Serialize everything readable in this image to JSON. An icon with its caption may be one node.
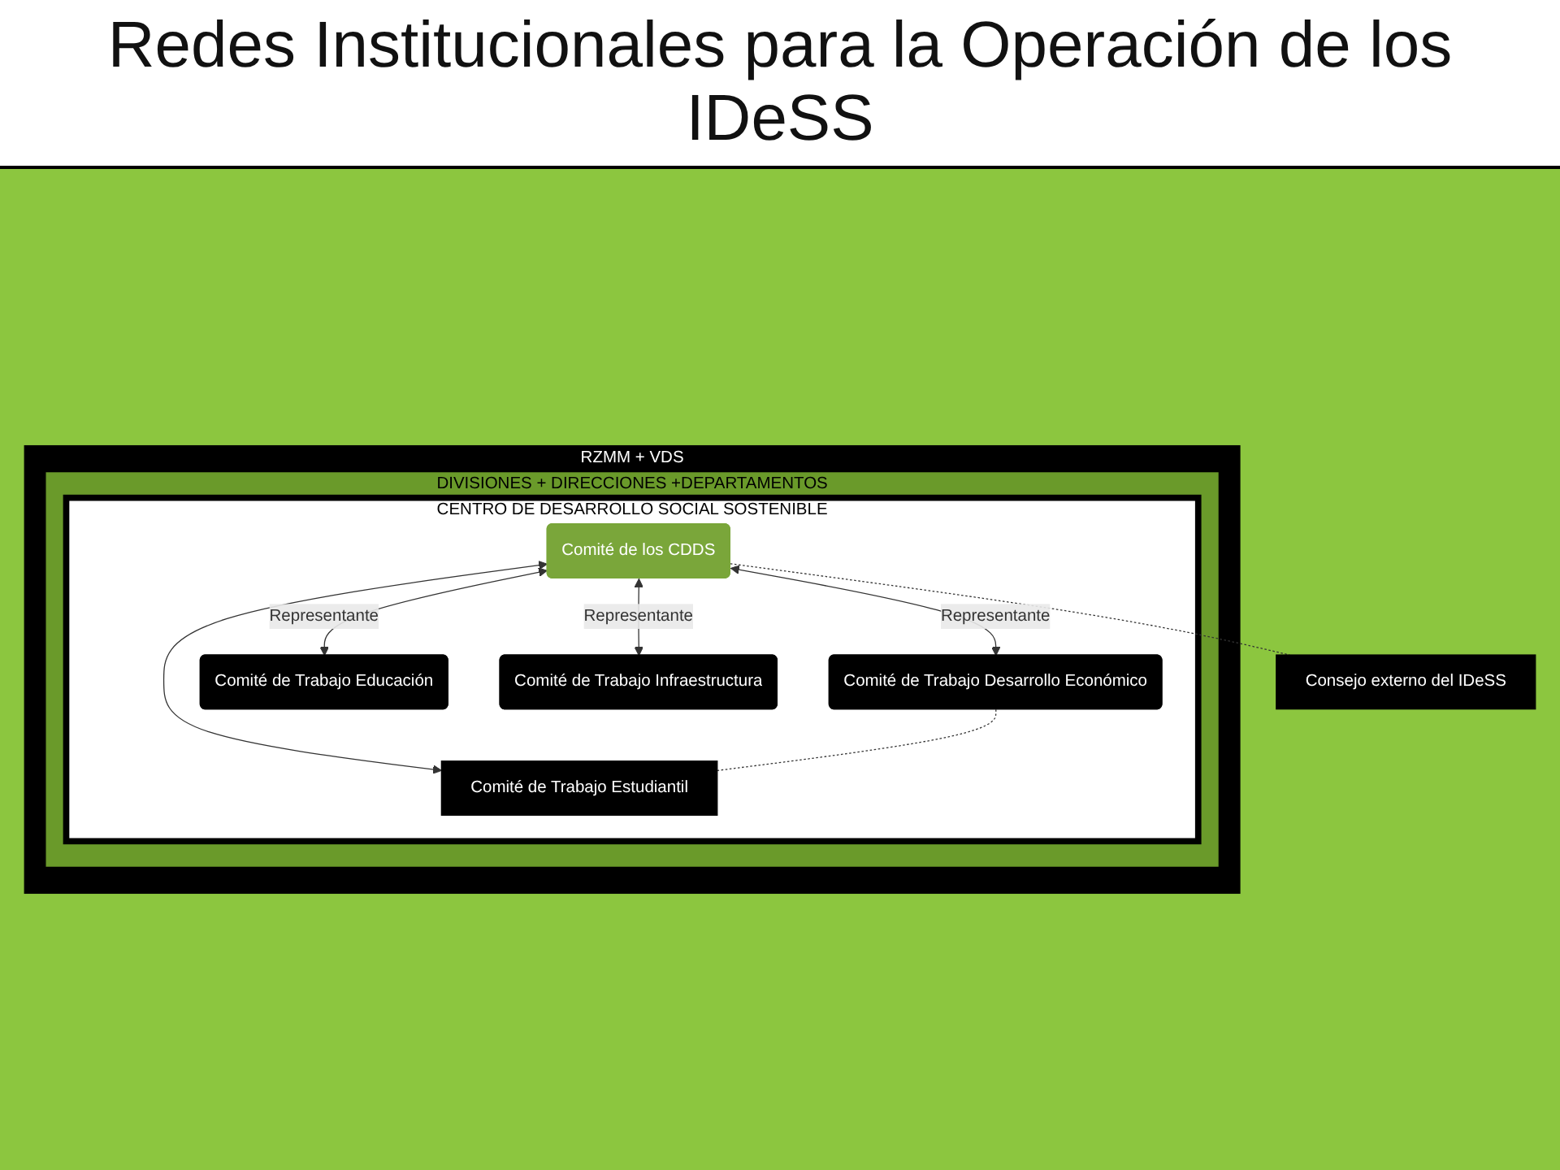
{
  "diagram": {
    "title": "Redes Institucionales para la Operación de los IDeSS",
    "nodes": [
      {
        "text": [
          "RZMM + VDS"
        ]
      },
      {
        "text": [
          "DIVISIONES + DIRECCIONES +DEPARTAMENTOS"
        ],
        "in": 0
      },
      {
        "text": [
          "CENTRO DE DESARROLLO SOCIAL SOSTENIBLE"
        ],
        "in": 1
      },
      {
        "text": [
          "Comité de Trabajo Desarrollo Económico"
        ],
        "in": 2
      },
      {
        "text": [
          "Comité de Trabajo Educación"
        ],
        "in": 2
      },
      {
        "text": [
          "Comité de Trabajo Infraestructura"
        ],
        "in": 2
      },
      {
        "text": [
          "Comité de los CDDS"
        ],
        "in": 2
      },
      {
        "text": [
          "Comité de Trabajo Estudiantil"
        ],
        "in": 2
      },
      {
        "text": [
          "Consejo externo del IDeSS"
        ]
      }
    ],
    "edges": [
      {
        "from": 6,
        "to": 3,
        "arrow": "both",
        "label": "Representante"
      },
      {
        "from": 6,
        "to": 4,
        "arrow": "both",
        "label": "Representante"
      },
      {
        "from": 6,
        "to": 5,
        "arrow": "both",
        "label": "Representante"
      },
      {
        "from": 6,
        "to": 7,
        "arrow": "both"
      },
      {
        "from": 3,
        "to": 7,
        "arrow": "none",
        "style": "dashed"
      },
      {
        "from": 6,
        "to": 8,
        "arrow": "none",
        "style": "dashed"
      }
    ]
  }
}
